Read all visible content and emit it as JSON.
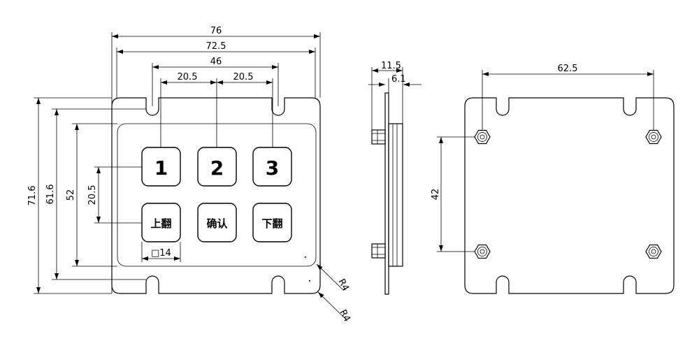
{
  "keys": {
    "k1": "1",
    "k2": "2",
    "k3": "3",
    "up": "上翻",
    "ok": "确认",
    "down": "下翻"
  },
  "dims": {
    "w76": "76",
    "w725": "72.5",
    "w46": "46",
    "w205a": "20.5",
    "w205b": "20.5",
    "h716": "71.6",
    "h616": "61.6",
    "h52": "52",
    "h205": "20.5",
    "key14": "□14",
    "r4a": "R4",
    "r4b": "R4",
    "side115": "11.5",
    "side61": "6.1",
    "back625": "62.5",
    "back42": "42"
  }
}
